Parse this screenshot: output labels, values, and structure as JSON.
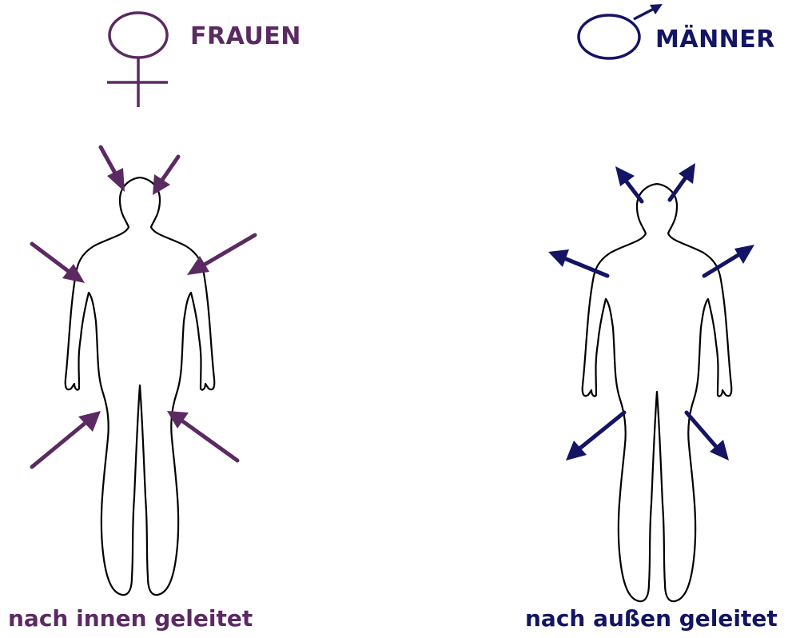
{
  "colors": {
    "women": "#5b2a62",
    "men": "#141464",
    "outline": "#000000"
  },
  "women": {
    "title": "FRAUEN",
    "symbol": "venus-icon",
    "caption": "nach innen geleitet",
    "arrow_direction": "inward"
  },
  "men": {
    "title": "MÄNNER",
    "symbol": "mars-icon",
    "caption": "nach außen geleitet",
    "arrow_direction": "outward"
  }
}
